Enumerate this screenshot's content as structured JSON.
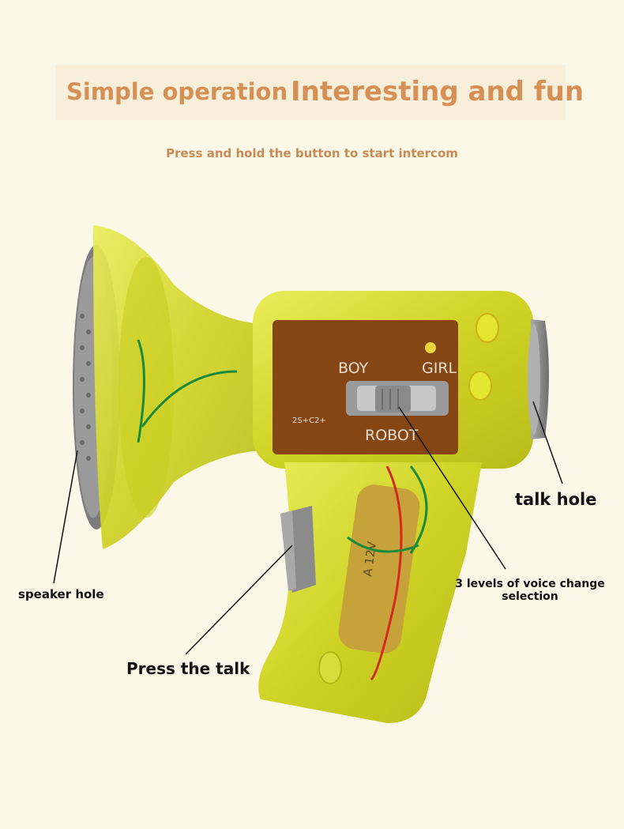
{
  "header": {
    "title_left": "Simple operation",
    "title_right": "Interesting and fun",
    "subtitle": "Press and hold the button to start intercom"
  },
  "device": {
    "switch_labels": {
      "boy": "BOY",
      "girl": "GIRL",
      "robot": "ROBOT"
    },
    "pcb_code": "2S+C2+",
    "battery_text": "A 12V"
  },
  "callouts": {
    "talk_hole": "talk hole",
    "speaker_hole": "speaker hole",
    "press_talk": "Press the talk",
    "voice_levels": "3 levels of voice change selection"
  },
  "colors": {
    "background": "#fcf8e8",
    "accent_title": "#d68f55",
    "body_yellow": "#d8dc2a",
    "grey_parts": "#8e8e8e"
  }
}
